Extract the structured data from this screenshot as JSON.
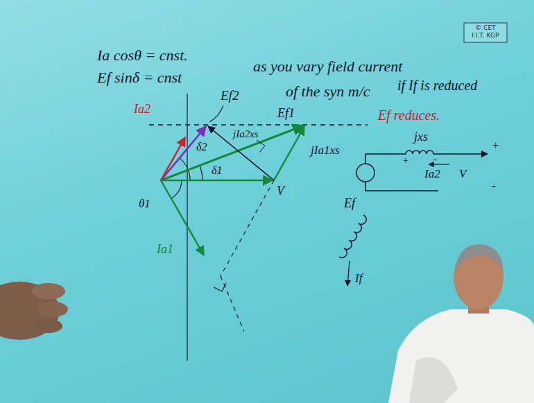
{
  "diagram": {
    "labels": [
      "© CET",
      "I.I.T. KGP",
      "Ia cosθ = cnst.",
      "Ef sinδ = cnst",
      "as you vary field current",
      "of the syn m/c",
      "if If is reduced",
      "Ef reduces.",
      "Ef2",
      "Ef1",
      "Ia2",
      "δ2",
      "δ1",
      "θ1",
      "V",
      "Ia1",
      "jIa2xs",
      "jIa1xs",
      "jxs",
      "+",
      "-",
      "+",
      "Ia2",
      "V",
      "-",
      "Ef",
      "If"
    ]
  }
}
